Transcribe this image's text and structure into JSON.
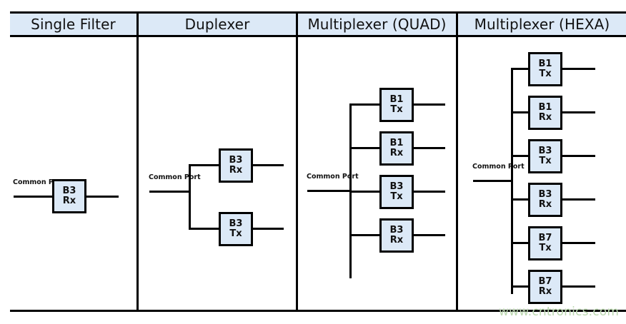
{
  "diagram": {
    "title_row": [
      {
        "label": "Single Filter"
      },
      {
        "label": "Duplexer"
      },
      {
        "label": "Multiplexer (QUAD)"
      },
      {
        "label": "Multiplexer (HEXA)"
      }
    ],
    "colors": {
      "box_fill": "#dce9f7",
      "header_fill": "#dce9f7",
      "line": "#000000",
      "text": "#111111",
      "watermark": "#bcd9b0"
    },
    "columns": [
      {
        "name": "single-filter",
        "port_label_line1": "Common",
        "port_label_line2": "Port",
        "blocks": [
          {
            "band": "B3",
            "path": "Rx"
          }
        ]
      },
      {
        "name": "duplexer",
        "port_label_line1": "Common",
        "port_label_line2": "Port",
        "blocks": [
          {
            "band": "B3",
            "path": "Rx"
          },
          {
            "band": "B3",
            "path": "Tx"
          }
        ]
      },
      {
        "name": "multiplexer-quad",
        "port_label_line1": "Common",
        "port_label_line2": "Port",
        "blocks": [
          {
            "band": "B1",
            "path": "Tx"
          },
          {
            "band": "B1",
            "path": "Rx"
          },
          {
            "band": "B3",
            "path": "Tx"
          },
          {
            "band": "B3",
            "path": "Rx"
          }
        ]
      },
      {
        "name": "multiplexer-hexa",
        "port_label_line1": "Common",
        "port_label_line2": "Port",
        "blocks": [
          {
            "band": "B1",
            "path": "Tx"
          },
          {
            "band": "B1",
            "path": "Rx"
          },
          {
            "band": "B3",
            "path": "Tx"
          },
          {
            "band": "B3",
            "path": "Rx"
          },
          {
            "band": "B7",
            "path": "Tx"
          },
          {
            "band": "B7",
            "path": "Rx"
          }
        ]
      }
    ],
    "watermark": "www.cntronics.com"
  }
}
